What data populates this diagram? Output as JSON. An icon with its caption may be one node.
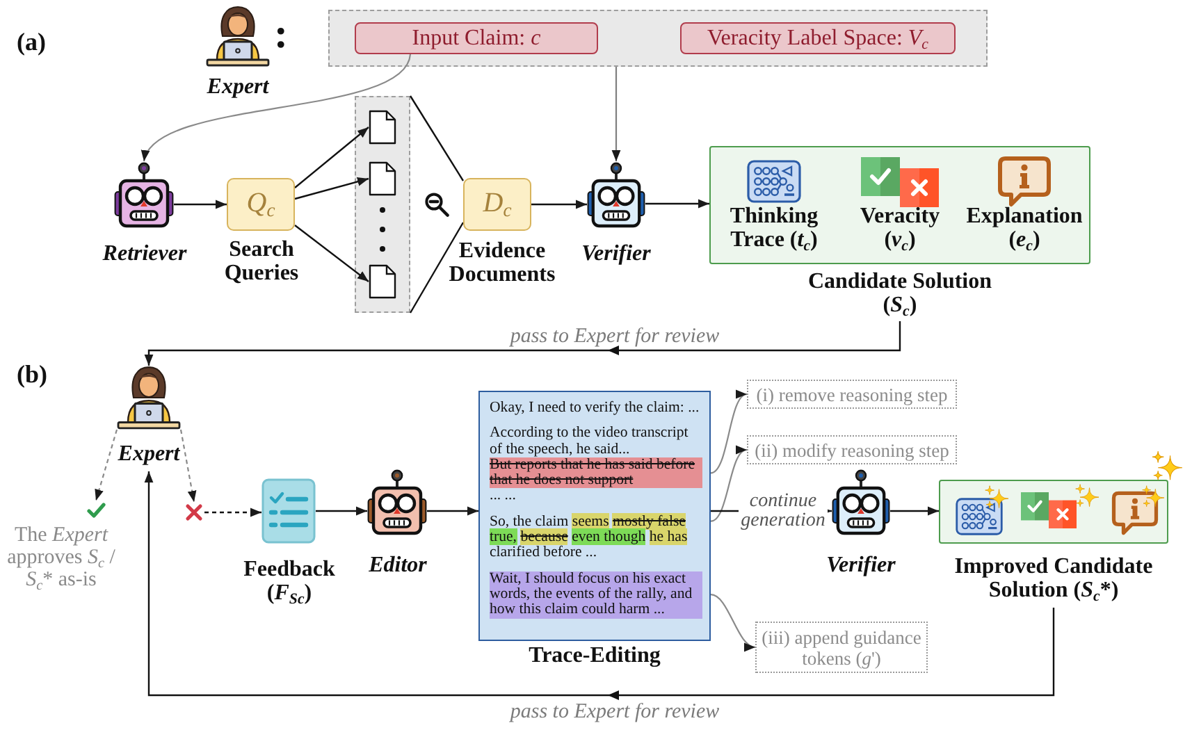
{
  "diagram": {
    "nodes": [
      {
        "text": [
          "Expert"
        ]
      },
      {
        "text": [],
        "shape": "box"
      },
      {
        "text": [
          "Input Claim: *c*"
        ],
        "in": 1
      },
      {
        "text": [
          "Veracity Label Space: *V*$_{c}$"
        ],
        "in": 1
      },
      {
        "text": [
          "Retriever"
        ]
      },
      {
        "text": [
          "Q$_{c}$"
        ],
        "beside": [
          "Search Queries"
        ]
      },
      {
        "text": [],
        "shape": "box"
      },
      {
        "text": [],
        "shape": "document",
        "in": 6
      },
      {
        "text": [],
        "shape": "document",
        "in": 6
      },
      {
        "text": [],
        "shape": "document",
        "in": 6
      },
      {
        "text": [
          "D$_{c}$"
        ],
        "beside": [
          "Evidence Documents"
        ]
      },
      {
        "text": [
          "Verifier"
        ]
      },
      {
        "text": [
          "Thinking Trace (*t*$_{c}$)",
          "Veracity (*v*$_{c}$)",
          "Explanation (*e*$_{c}$)",
          "Candidate Solution (*S*$_{c}$)"
        ]
      },
      {
        "text": [
          "Expert"
        ]
      },
      {
        "text": [],
        "shape": "tick",
        "beside": [
          "The *Expert* approves *S*$_{c}$ / *S*$_{c}$* as-is"
        ]
      },
      {
        "text": [],
        "shape": "cross"
      },
      {
        "text": [
          "Feedback (*F*$_{Sc}$)"
        ]
      },
      {
        "text": [
          "Editor"
        ]
      },
      {
        "text": [
          "Okay, I need to verify the claim: ...",
          "According to the video transcript of the speech, he said...",
          "But reports that he has said before that he does not support",
          "... ...",
          "So, the claim",
          "seems",
          "mostly false",
          "true,",
          "because",
          "even though",
          "he has",
          "clarified before ...",
          "Wait, I should focus on his exact words, the events of the rally, and how this claim could harm ...",
          "Trace-Editing"
        ]
      },
      {
        "text": [
          "(i) remove reasoning step"
        ]
      },
      {
        "text": [
          "(ii) modify reasoning step"
        ]
      },
      {
        "text": [
          "(iii) append guidance tokens (*g*')"
        ]
      },
      {
        "text": [
          "Verifier"
        ]
      },
      {
        "text": [
          "Improved Candidate Solution (*S*$_{c}$*)"
        ]
      }
    ],
    "edges": [
      {
        "from": 2,
        "to": 4,
        "arrow": "to",
        "color": "#8a8a8a"
      },
      {
        "from": 1,
        "to": 11,
        "arrow": "to",
        "color": "#7f7f7f"
      },
      {
        "from": 4,
        "to": 5,
        "arrow": "to"
      },
      {
        "from": 5,
        "to": 7,
        "arrow": "to"
      },
      {
        "from": 5,
        "to": 8,
        "arrow": "to"
      },
      {
        "from": 5,
        "to": 9,
        "arrow": "to"
      },
      {
        "from": 6,
        "to": 10,
        "arrow": "none"
      },
      {
        "from": 6,
        "to": 10,
        "arrow": "none"
      },
      {
        "from": 10,
        "to": 11,
        "arrow": "to"
      },
      {
        "from": 11,
        "to": 12,
        "arrow": "to"
      },
      {
        "from": 12,
        "to": 13,
        "arrow": "to",
        "label": "pass to Expert for review"
      },
      {
        "from": 13,
        "to": 14,
        "arrow": "to",
        "style": "dashed",
        "color": "#8a8a8a"
      },
      {
        "from": 13,
        "to": 15,
        "arrow": "to",
        "style": "dashed",
        "color": "#8a8a8a"
      },
      {
        "from": 15,
        "to": 16,
        "arrow": "to",
        "style": "dashed"
      },
      {
        "from": 16,
        "to": 17,
        "arrow": "to"
      },
      {
        "from": 17,
        "to": 18,
        "arrow": "to"
      },
      {
        "from": 18,
        "to": 19,
        "arrow": "to",
        "color": "#8a8a8a"
      },
      {
        "from": 18,
        "to": 20,
        "arrow": "to",
        "color": "#8a8a8a"
      },
      {
        "from": 18,
        "to": 21,
        "arrow": "to",
        "color": "#8a8a8a"
      },
      {
        "from": 18,
        "to": 22,
        "arrow": "to",
        "label": "continue generation"
      },
      {
        "from": 22,
        "to": 23,
        "arrow": "to"
      },
      {
        "from": 23,
        "to": 13,
        "arrow": "to",
        "label": "pass to Expert for review"
      }
    ],
    "labels": [
      "(a)",
      ":",
      "(b)"
    ]
  }
}
